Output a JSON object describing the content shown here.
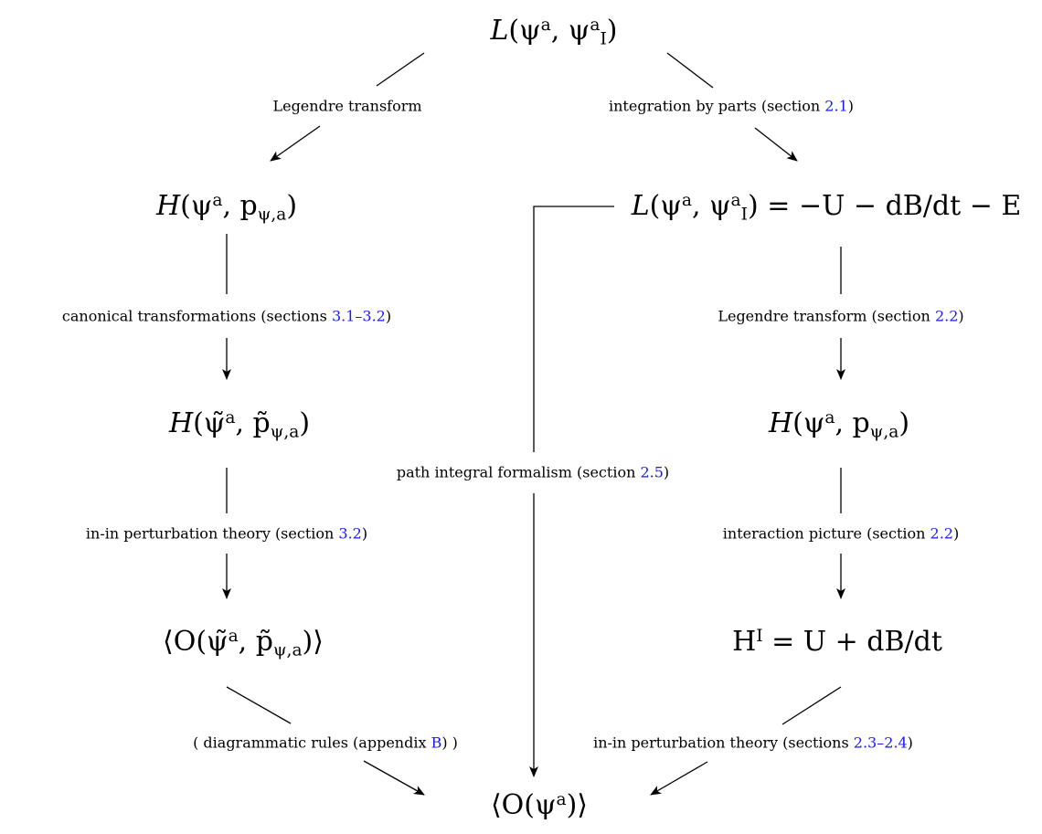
{
  "nodes": {
    "top": {
      "name": "L",
      "args": "(ψ",
      "sup": "a",
      "mid": ", ψ",
      "sup2": "a",
      "sub2": "I",
      "close": ")"
    },
    "h_left": {
      "name": "H",
      "args": "(ψ",
      "sup": "a",
      "mid": ", p",
      "sub": "ψ,a",
      "close": ")"
    },
    "l_right": {
      "text": "= −U − dB/dt − E"
    },
    "ht_left": {
      "name": "H",
      "args": "(ψ̃",
      "sup": "a",
      "mid": ", p̃",
      "sub": "ψ,a",
      "close": ")"
    },
    "h_right": {
      "name": "H",
      "args": "(ψ",
      "sup": "a",
      "mid": ", p",
      "sub": "ψ,a",
      "close": ")"
    },
    "o_left": {
      "text": "⟨O(ψ̃",
      "sup": "a",
      "mid": ", p̃",
      "sub": "ψ,a",
      "close": ")⟩"
    },
    "hi_right": {
      "text": "H",
      "sup": "I",
      "rest": " = U + dB/dt"
    },
    "bottom": {
      "text": "⟨O(ψ",
      "sup": "a",
      "close": ")⟩"
    }
  },
  "labels": {
    "legendre_left": {
      "text": "Legendre transform"
    },
    "integration": {
      "text": "integration by parts (section ",
      "ref": "2.1",
      "end": ")"
    },
    "canonical": {
      "text": "canonical transformations (sections ",
      "ref": "3.1–3.2",
      "end": ")"
    },
    "legendre_right": {
      "text": "Legendre transform (section ",
      "ref": "2.2",
      "end": ")"
    },
    "path_integral": {
      "text": "path integral formalism (section ",
      "ref": "2.5",
      "end": ")"
    },
    "inin_left": {
      "text": "in-in perturbation theory (section ",
      "ref": "3.2",
      "end": ")"
    },
    "interaction": {
      "text": "interaction picture (section ",
      "ref": "2.2",
      "end": ")"
    },
    "diagrammatic": {
      "text": "( diagrammatic rules (appendix ",
      "ref": "B",
      "end": ") )"
    },
    "inin_right": {
      "text": "in-in perturbation theory (sections ",
      "ref": "2.3–2.4",
      "end": ")"
    }
  },
  "colors": {
    "link": "#1a1aee",
    "ink": "#000000"
  }
}
